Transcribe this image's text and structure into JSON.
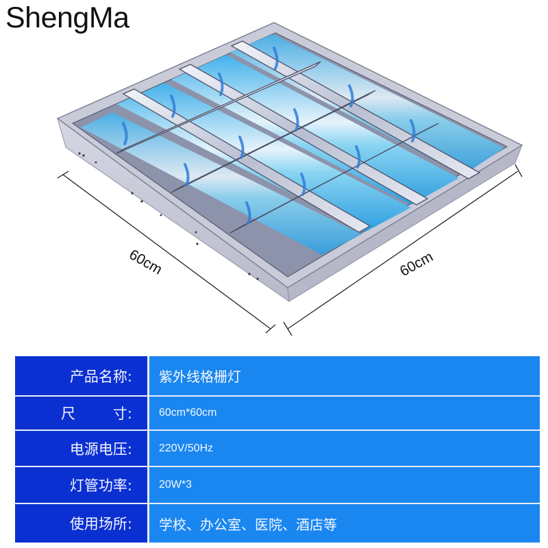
{
  "brand": {
    "name": "ShengMa"
  },
  "product_image": {
    "description": "UV grille ceiling light fixture, 3 tubes with mirrored louver grid",
    "dimensions": {
      "width_label": "60cm",
      "depth_label": "60cm"
    },
    "colors": {
      "frame": "#c9cbd8",
      "frame_shadow": "#a9abbb",
      "tube_glow": "#5cc8f2",
      "tube_core": "#eaf8ff",
      "louver": "#d7dbe6",
      "accent_blue": "#2f7fd8"
    }
  },
  "spec_table": {
    "colors": {
      "key_bg": "#0b30d2",
      "value_bg": "#1a86f0",
      "separator": "#e9eef4",
      "text": "#f4f6ff"
    },
    "rows": [
      {
        "key": "产品名称:",
        "value": "紫外线格栅灯"
      },
      {
        "key_a": "尺",
        "key_b": "寸:",
        "value": "60cm*60cm"
      },
      {
        "key": "电源电压:",
        "value": "220V/50Hz"
      },
      {
        "key": "灯管功率:",
        "value": "20W*3"
      },
      {
        "key": "使用场所:",
        "value": "学校、办公室、医院、酒店等"
      }
    ]
  }
}
